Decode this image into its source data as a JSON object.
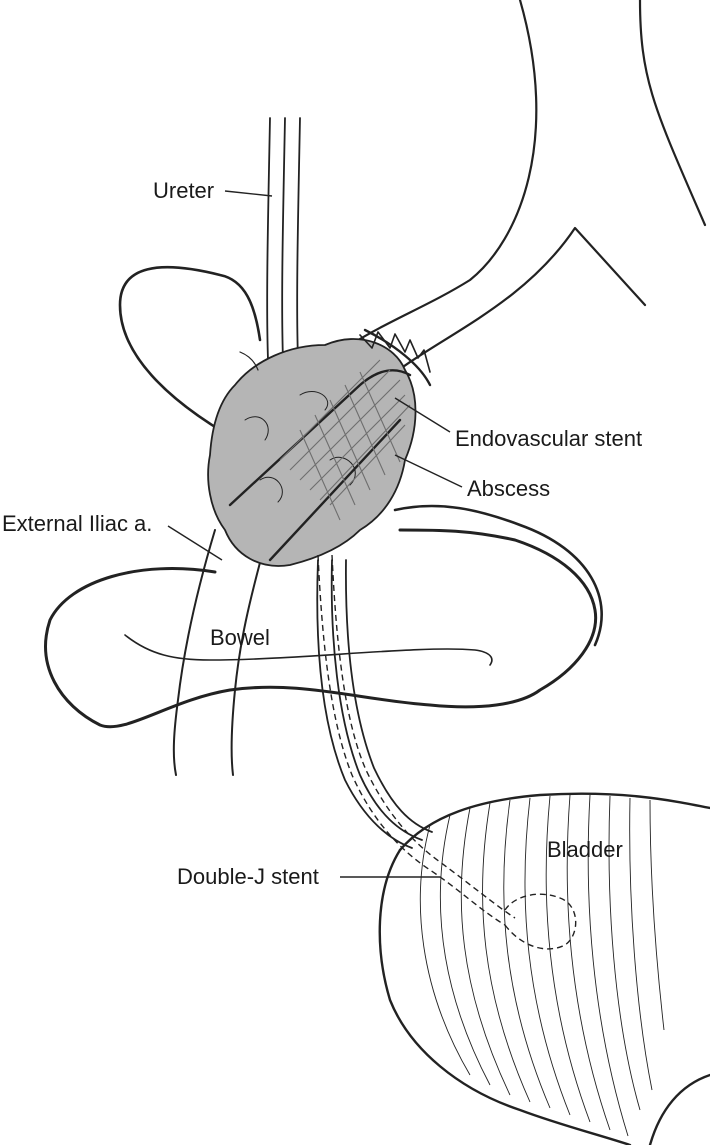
{
  "labels": {
    "ureter": "Ureter",
    "endovascular_stent": "Endovascular stent",
    "abscess": "Abscess",
    "external_iliac": "External Iliac a.",
    "bowel": "Bowel",
    "bladder": "Bladder",
    "double_j_stent": "Double-J stent"
  },
  "colors": {
    "line": "#222222",
    "abscess_fill": "#b5b5b5",
    "stent_mesh": "#6e6e6e",
    "background": "#ffffff"
  }
}
